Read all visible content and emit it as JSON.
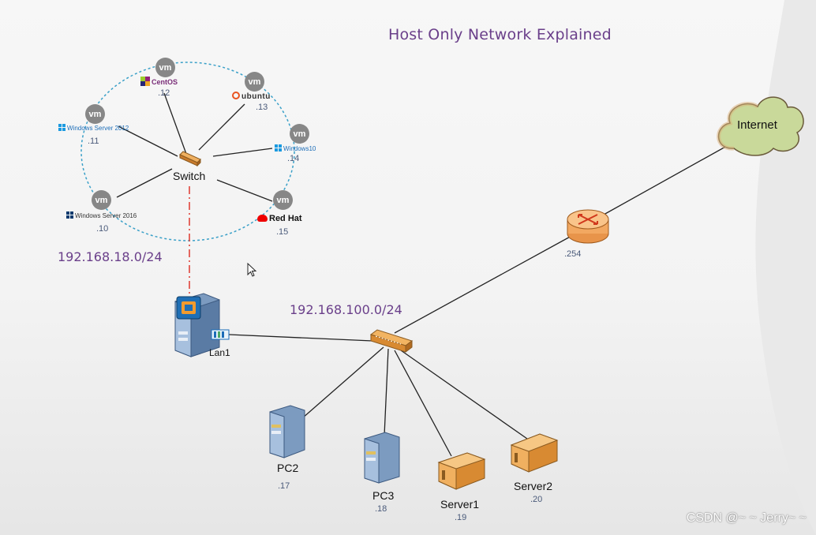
{
  "title": "Host Only Network Explained",
  "subnets": {
    "host_only": "192.168.18.0/24",
    "lan": "192.168.100.0/24"
  },
  "switch_label": "Switch",
  "vms": [
    {
      "os": "CentOS",
      "ip": ".12",
      "badge": "vm"
    },
    {
      "os": "ubuntu",
      "ip": ".13",
      "badge": "vm"
    },
    {
      "os": "Windows Server 2012",
      "ip": ".11",
      "badge": "vm"
    },
    {
      "os": "Windows10",
      "ip": ".14",
      "badge": "vm"
    },
    {
      "os": "Windows Server 2016",
      "ip": ".10",
      "badge": "vm"
    },
    {
      "os": "Red Hat",
      "ip": ".15",
      "badge": "vm"
    }
  ],
  "host": {
    "nic_label": "Lan1"
  },
  "router": {
    "ip": ".254"
  },
  "internet": {
    "label": "Internet"
  },
  "devices": [
    {
      "name": "PC2",
      "ip": ".17"
    },
    {
      "name": "PC3",
      "ip": ".18"
    },
    {
      "name": "Server1",
      "ip": ".19"
    },
    {
      "name": "Server2",
      "ip": ".20"
    }
  ],
  "watermark": "CSDN @~ ~ Jerry~ ~",
  "colors": {
    "title": "#6a3f8a",
    "ring": "#3aa0c8",
    "uplink": "#e0443b",
    "switch": "#e39a3c"
  }
}
